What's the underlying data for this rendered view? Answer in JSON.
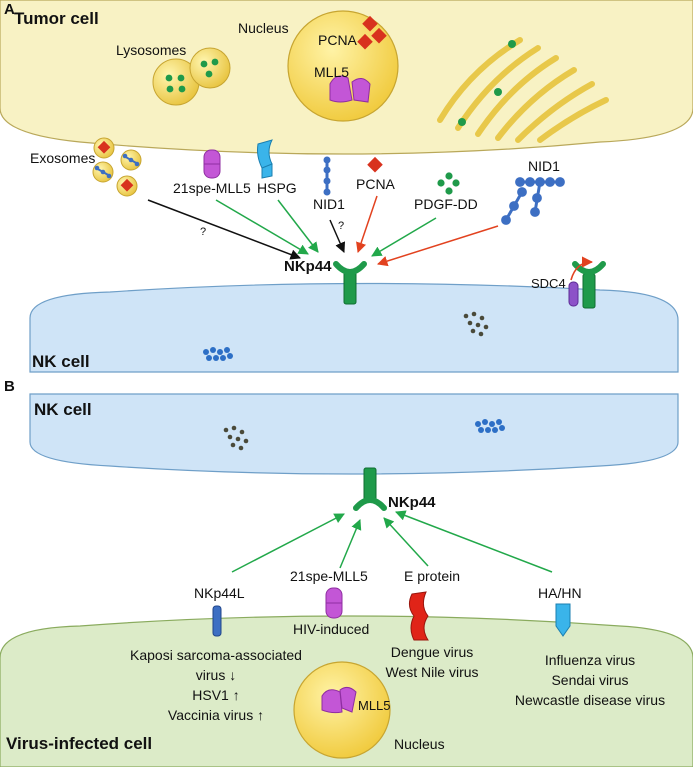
{
  "panelA": {
    "letter": "A",
    "tumor_title": "Tumor cell",
    "lysosomes": "Lysosomes",
    "nucleus": "Nucleus",
    "pcna_in_nucleus": "PCNA",
    "mll5_in_nucleus": "MLL5",
    "exosomes": "Exosomes",
    "ligand_21spe_mll5": "21spe-MLL5",
    "ligand_hspg": "HSPG",
    "ligand_nid1_a": "NID1",
    "question_nid1": "?",
    "ligand_pcna": "PCNA",
    "ligand_pdgf_dd": "PDGF-DD",
    "ligand_nid1_b": "NID1",
    "question_exosome": "?",
    "receptor": "NKp44",
    "sdc4": "SDC4",
    "nk_title": "NK cell"
  },
  "panelB": {
    "letter": "B",
    "nk_title": "NK cell",
    "receptor": "NKp44",
    "ligand_nkp44l": "NKp44L",
    "ligand_21spe_mll5": "21spe-MLL5",
    "ligand_eprotein": "E protein",
    "ligand_hahn": "HA/HN",
    "hiv_induced": "HIV-induced",
    "kaposi_line1": "Kaposi sarcoma-associated",
    "kaposi_line2": "virus ↓",
    "hsv1": "HSV1 ↑",
    "vaccinia": "Vaccinia virus ↑",
    "dengue": "Dengue virus",
    "westnile": "West Nile virus",
    "influenza": "Influenza virus",
    "sendai": "Sendai virus",
    "newcastle": "Newcastle disease virus",
    "mll5_in_nucleus": "MLL5",
    "nucleus": "Nucleus",
    "virus_cell_title": "Virus-infected cell"
  },
  "colors": {
    "tumor_fill": "#f8f2c4",
    "nk_fill": "#cfe4f7",
    "virus_fill": "#dcebc8",
    "green_arrow": "#22a84a",
    "red_arrow": "#e2421f",
    "black_arrow": "#111111",
    "nkp44": "#1f9a4a",
    "mll5": "#c356d6",
    "hspg": "#3ab4ea",
    "pcna": "#d8321e",
    "nid1": "#3d6fc3",
    "golgi": "#e8c84a"
  }
}
